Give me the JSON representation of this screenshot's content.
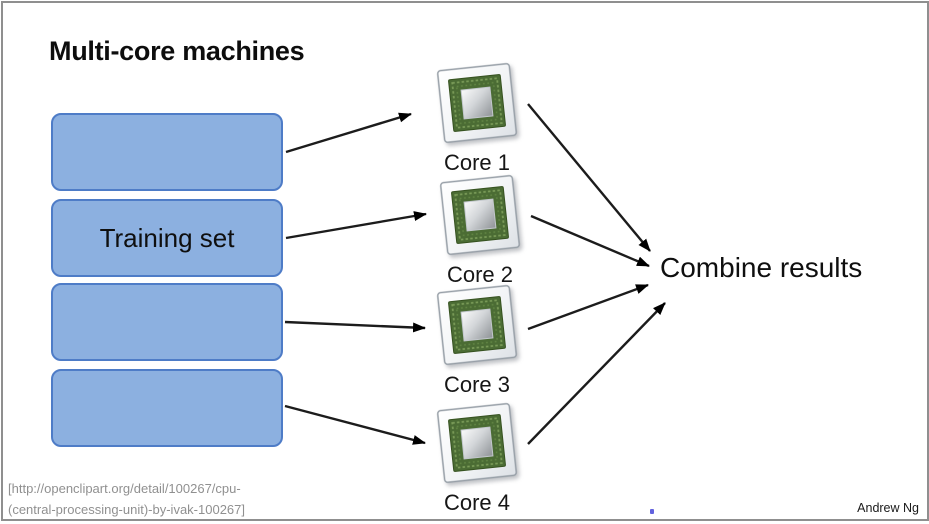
{
  "slide": {
    "title": "Multi-core machines",
    "training_box": {
      "label": "Training set"
    },
    "combine_label": "Combine results",
    "cores": [
      {
        "label": "Core 1",
        "icon": "cpu-chip-icon"
      },
      {
        "label": "Core 2",
        "icon": "cpu-chip-icon"
      },
      {
        "label": "Core 3",
        "icon": "cpu-chip-icon"
      },
      {
        "label": "Core 4",
        "icon": "cpu-chip-icon"
      }
    ],
    "attribution": {
      "line1": "[http://openclipart.org/detail/100267/cpu-",
      "line2": "(central-processing-unit)-by-ivak-100267]"
    },
    "author": "Andrew Ng",
    "colors": {
      "box_fill": "#8CB0E0",
      "box_border": "#4E7CC7",
      "arrow": "#1C1C1C",
      "chip_green": "#4B6C34",
      "attribution_text": "#909090"
    }
  }
}
